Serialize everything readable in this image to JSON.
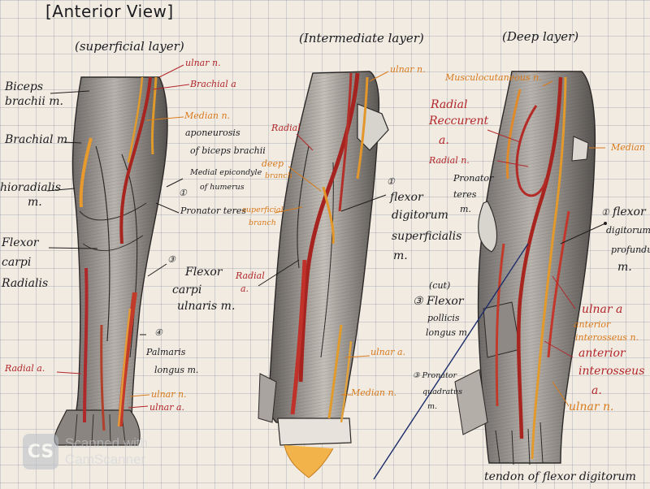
{
  "headings": {
    "title": "[Anterior View]",
    "superficial": "(superficial layer)",
    "intermediate": "(Intermediate layer)",
    "deep": "(Deep layer)"
  },
  "labels": {
    "biceps_brachii": "Biceps",
    "biceps_brachii_m": "brachii m.",
    "brachial_m": "Brachial m",
    "brachioradialis": "hioradialis",
    "brachioradialis_m": "m.",
    "flexor_carpi_radialis_1": "Flexor",
    "flexor_carpi_radialis_2": "carpi",
    "flexor_carpi_radialis_3": "Radialis",
    "ulnar_n_1": "ulnar n.",
    "brachial_a": "Brachial a",
    "median_n_1": "Median n.",
    "aponeurosis": "aponeurosis",
    "of_biceps_brachii": "of biceps brachii",
    "medial_epicondyle": "Medial epicondyle",
    "of_humerus": "of humerus",
    "num_1": "①",
    "pronator_teres": "Pronator teres",
    "num_3": "③",
    "flexor_fcu": "Flexor",
    "carpi": "carpi",
    "ulnaris_m": "ulnaris m.",
    "num_4": "④",
    "palmaris": "Palmaris",
    "longus_m": "longus m.",
    "radial_a_1": "Radial a.",
    "ulnar_n_2": "ulnar n.",
    "ulnar_a_1": "ulnar a.",
    "ulnar_n_3": "ulnar n.",
    "radial": "Radial",
    "deep_branch_1": "deep",
    "deep_branch_2": "branch",
    "superficial": "superficial",
    "branch": "branch",
    "flexor_fds": "flexor",
    "digitorum": "digitorum",
    "superficialis": "superficialis",
    "m_fds": "m.",
    "radial_a_2_line1": "Radial",
    "radial_a_2_line2": "a.",
    "ulnar_a_2": "ulnar a.",
    "median_n_2": "Median n.",
    "musculocutaneous": "Musculocutaneous n.",
    "radial_recurrent_1": "Radial",
    "radial_recurrent_2": "Reccurent",
    "radial_recurrent_3": "a.",
    "radial_n": "Radial n.",
    "pronator": "Pronator",
    "teres": "teres",
    "m_teres": "m.",
    "median_n_3": "Median",
    "flexor_fdp": "flexor",
    "digitorum_fdp": "digitorum",
    "profundus": "profundus",
    "m_fdp": "m.",
    "cut": "(cut)",
    "flexor_fpl": "③ Flexor",
    "pollicis": "pollicis",
    "longus_fpl": "longus m.",
    "pronator_quadratus_1": "③ Pronator",
    "pronator_quadratus_2": "quadratus",
    "pronator_quadratus_3": "m.",
    "ulnar_a_3": "ulnar a",
    "anterior_interosseus_n_1": "anterior",
    "anterior_interosseus_n_2": "interosseus n.",
    "anterior_interosseus_a_1": "anterior",
    "anterior_interosseus_a_2": "interosseus",
    "anterior_interosseus_a_3": "a.",
    "ulnar_n_4": "ulnar n.",
    "tendon_of_flexor_digitorum": "tendon of flexor digitorum"
  },
  "watermark": {
    "line1": "Scanned with",
    "line2": "CamScanner"
  },
  "colors": {
    "ink": "#1b1b1f",
    "artery_red": "#b2262a",
    "nerve_orange": "#d97a1c",
    "paper": "#f1ebe2"
  }
}
